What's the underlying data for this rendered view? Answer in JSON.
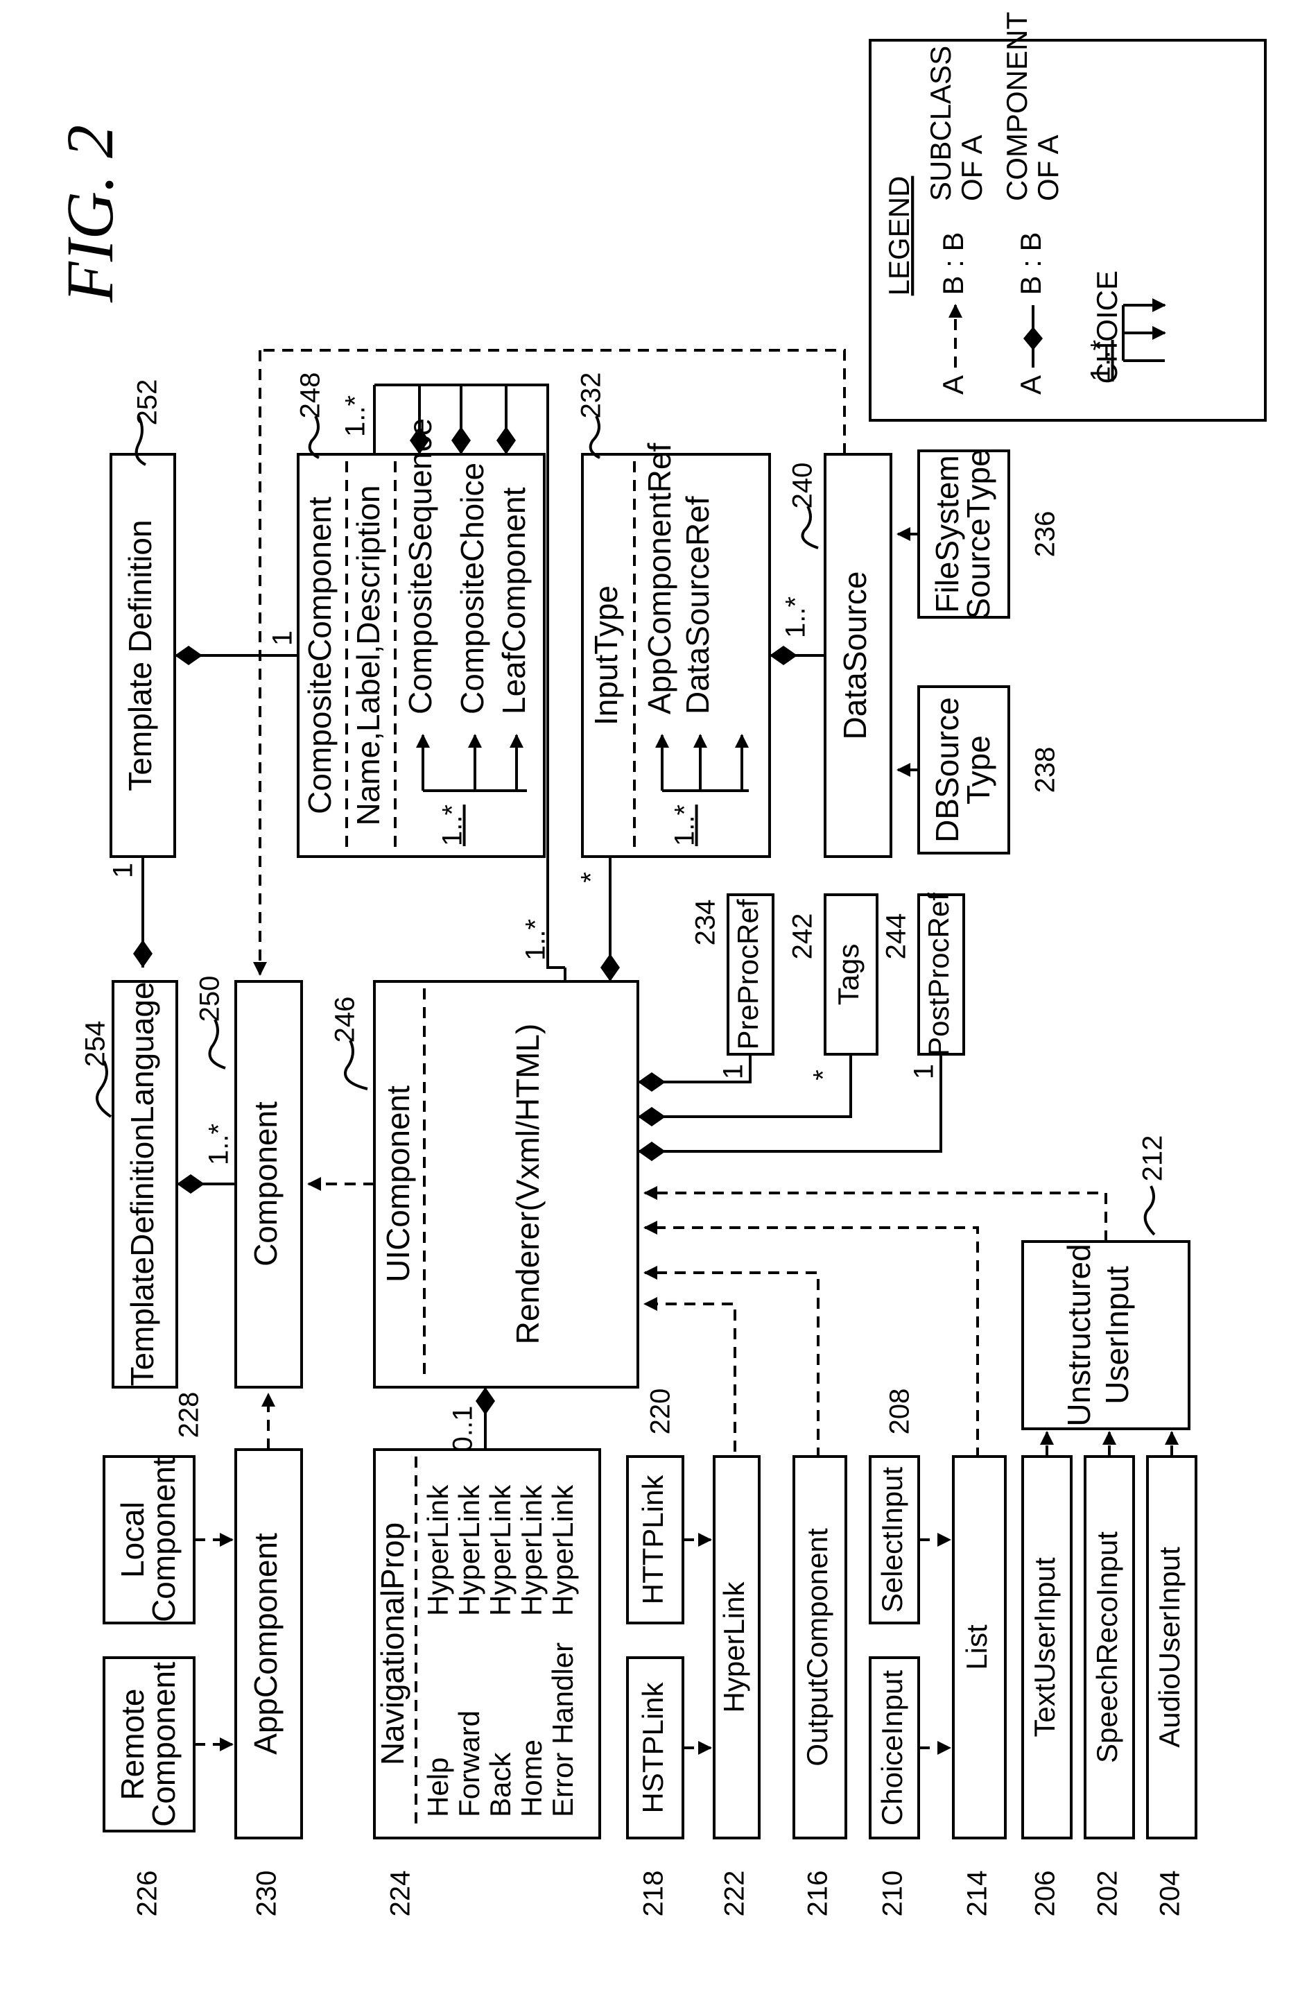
{
  "figure": {
    "label": "FIG.  2"
  },
  "legend": {
    "title": "LEGEND",
    "row1": {
      "a": "A",
      "b": "B : B",
      "text1": "SUBCLASS",
      "text2": "OF A"
    },
    "row2": {
      "a": "A",
      "b": "B : B",
      "text1": "COMPONENT",
      "text2": "OF A"
    },
    "row3": {
      "mult": "1..*",
      "text": "CHOICE"
    }
  },
  "boxes": {
    "template_definition": {
      "title": "Template  Definition",
      "ref": "252"
    },
    "template_definition_language": {
      "title": "TemplateDefinitionLanguage",
      "ref": "254"
    },
    "component": {
      "title": "Component",
      "ref": "250"
    },
    "ui_component": {
      "title": "UIComponent",
      "body": "Renderer(Vxml/HTML)",
      "ref": "246"
    },
    "composite_component": {
      "title": "CompositeComponent",
      "attrs": "Name,Label,Description",
      "choices": [
        "CompositeSequence",
        "CompositeChoice",
        "LeafComponent"
      ],
      "ref": "248"
    },
    "input_type": {
      "title": "InputType",
      "choices": [
        "AppComponentRef",
        "DataSourceRef"
      ],
      "ref": "232"
    },
    "data_source": {
      "title": "DataSource",
      "ref": "240"
    },
    "filesystem_source": {
      "line1": "FileSystem",
      "line2": "SourceType",
      "ref": "236"
    },
    "db_source": {
      "line1": "DBSource",
      "line2": "Type",
      "ref": "238"
    },
    "pre_proc": {
      "title": "PreProcRef",
      "ref": "234"
    },
    "tags": {
      "title": "Tags",
      "ref": "242"
    },
    "post_proc": {
      "title": "PostProcRef",
      "ref": "244"
    },
    "unstructured": {
      "line1": "Unstructured",
      "line2": "UserInput",
      "ref": "212"
    },
    "remote": {
      "line1": "Remote",
      "line2": "Component",
      "ref": "226"
    },
    "local": {
      "line1": "Local",
      "line2": "Component",
      "ref": "228"
    },
    "app_component": {
      "title": "AppComponent",
      "ref": "230"
    },
    "nav_prop": {
      "title": "NavigationalProp",
      "rows": [
        {
          "name": "Help",
          "link": "HyperLink"
        },
        {
          "name": "Forward",
          "link": "HyperLink"
        },
        {
          "name": "Back",
          "link": "HyperLink"
        },
        {
          "name": "Home",
          "link": "HyperLink"
        },
        {
          "name": "Error  Handler",
          "link": "HyperLink"
        }
      ],
      "ref": "224"
    },
    "hstp_link": {
      "title": "HSTPLink",
      "ref": "218"
    },
    "http_link": {
      "title": "HTTPLink",
      "ref": "220"
    },
    "hyperlink": {
      "title": "HyperLink",
      "ref": "222"
    },
    "output_component": {
      "title": "OutputComponent",
      "ref": "216"
    },
    "choice_input": {
      "title": "ChoiceInput",
      "ref": "210"
    },
    "select_input": {
      "title": "SelectInput",
      "ref": "208"
    },
    "list": {
      "title": "List",
      "ref": "214"
    },
    "text_user_input": {
      "title": "TextUserInput",
      "ref": "206"
    },
    "speech_reco_input": {
      "title": "SpeechRecoInput",
      "ref": "202"
    },
    "audio_user_input": {
      "title": "AudioUserInput",
      "ref": "204"
    }
  },
  "multiplicities": {
    "td_tdl": "1",
    "td_cc": "1",
    "tdl_component": "1..*",
    "cc_children": "1..*",
    "ui_cc": "1..*",
    "ui_inputtype": "*",
    "input_datasource": "1..*",
    "ui_preproc": "1",
    "ui_tags": "*",
    "ui_postproc": "1",
    "nav_ui": "0..1",
    "cc_choice": "1..*",
    "input_choice": "1..*"
  }
}
